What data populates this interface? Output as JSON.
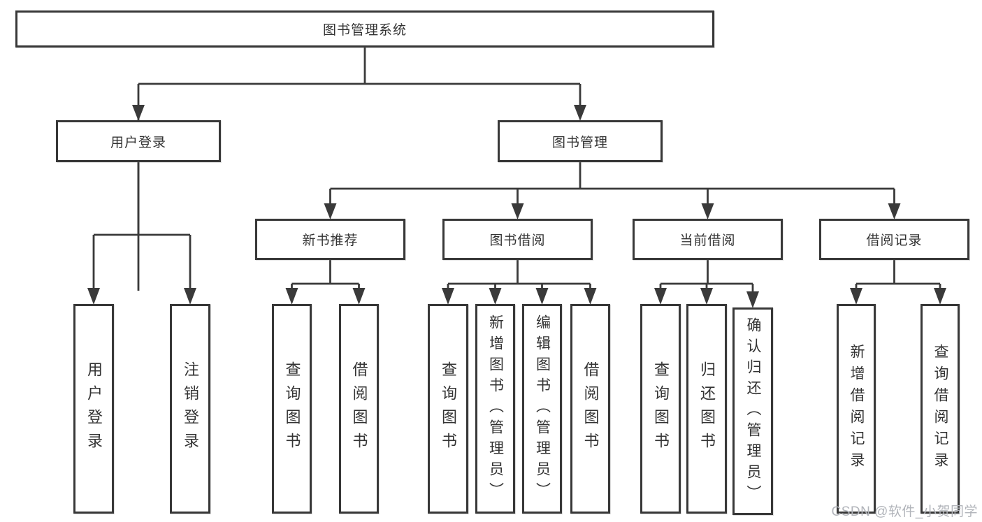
{
  "tree": {
    "label": "图书管理系统",
    "children": [
      {
        "label": "用户登录",
        "children": [
          {
            "label": "用户登录"
          },
          {
            "label": "注销登录"
          }
        ]
      },
      {
        "label": "图书管理",
        "children": [
          {
            "label": "新书推荐",
            "children": [
              {
                "label": "查询图书"
              },
              {
                "label": "借阅图书"
              }
            ]
          },
          {
            "label": "图书借阅",
            "children": [
              {
                "label": "查询图书"
              },
              {
                "label": "新增图书（管理员）"
              },
              {
                "label": "编辑图书（管理员）"
              },
              {
                "label": "借阅图书"
              }
            ]
          },
          {
            "label": "当前借阅",
            "children": [
              {
                "label": "查询图书"
              },
              {
                "label": "归还图书"
              },
              {
                "label": "确认归还（管理员）"
              }
            ]
          },
          {
            "label": "借阅记录",
            "children": [
              {
                "label": "新增借阅记录"
              },
              {
                "label": "查询借阅记录"
              }
            ]
          }
        ]
      }
    ]
  },
  "watermark": {
    "text": "CSDN @软件_小贺同学"
  },
  "colors": {
    "background": "#ffffff",
    "box_border": "#383838",
    "line": "#3a3a3a",
    "text": "#333333",
    "watermark": "#b1b4ba"
  }
}
